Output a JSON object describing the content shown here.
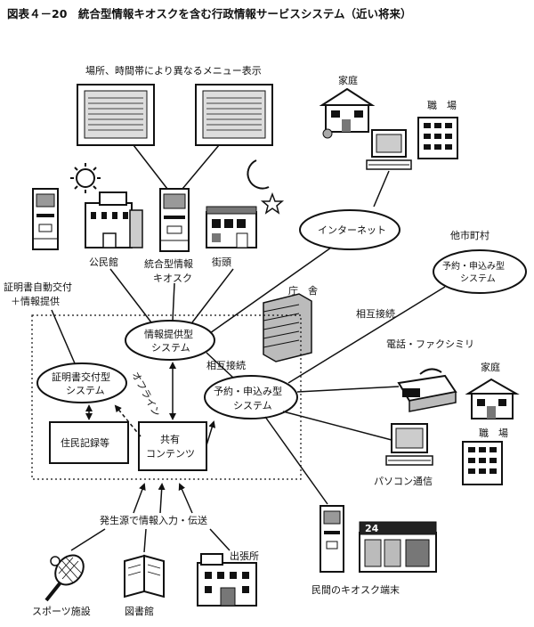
{
  "title": "図表４－20　統合型情報キオスクを含む行政情報サービスシステム（近い将来）",
  "labels": {
    "menu_display": "場所、時間帯により異なるメニュー表示",
    "kominkan": "公民館",
    "kiosk_line1": "統合型情報",
    "kiosk_line2": "キオスク",
    "gaito": "街頭",
    "certificate_line1": "証明書自動交付",
    "certificate_line2": "＋情報提供",
    "home_top": "家庭",
    "work_top": "職　場",
    "internet": "インターネット",
    "other_city": "他市町村",
    "reservation_remote_line1": "予約・申込み型",
    "reservation_remote_line2": "システム",
    "city_hall": "庁　舎",
    "mutual_top": "相互接続",
    "info_system_line1": "情報提供型",
    "info_system_line2": "システム",
    "mutual_mid": "相互接続",
    "cert_system_line1": "証明書交付型",
    "cert_system_line2": "システム",
    "offline": "オフライン",
    "reservation_line1": "予約・申込み型",
    "reservation_line2": "システム",
    "tel_fax": "電話・ファクシミリ",
    "home_right": "家庭",
    "work_right": "職　場",
    "resident_records": "住民記録等",
    "shared_line1": "共有",
    "shared_line2": "コンテンツ",
    "pc": "パソコン通信",
    "source_input": "発生源で情報入力・伝送",
    "branch": "出張所",
    "sports": "スポーツ施設",
    "library": "図書館",
    "private_kiosk": "民間のキオスク端末",
    "store_sign": "24"
  }
}
